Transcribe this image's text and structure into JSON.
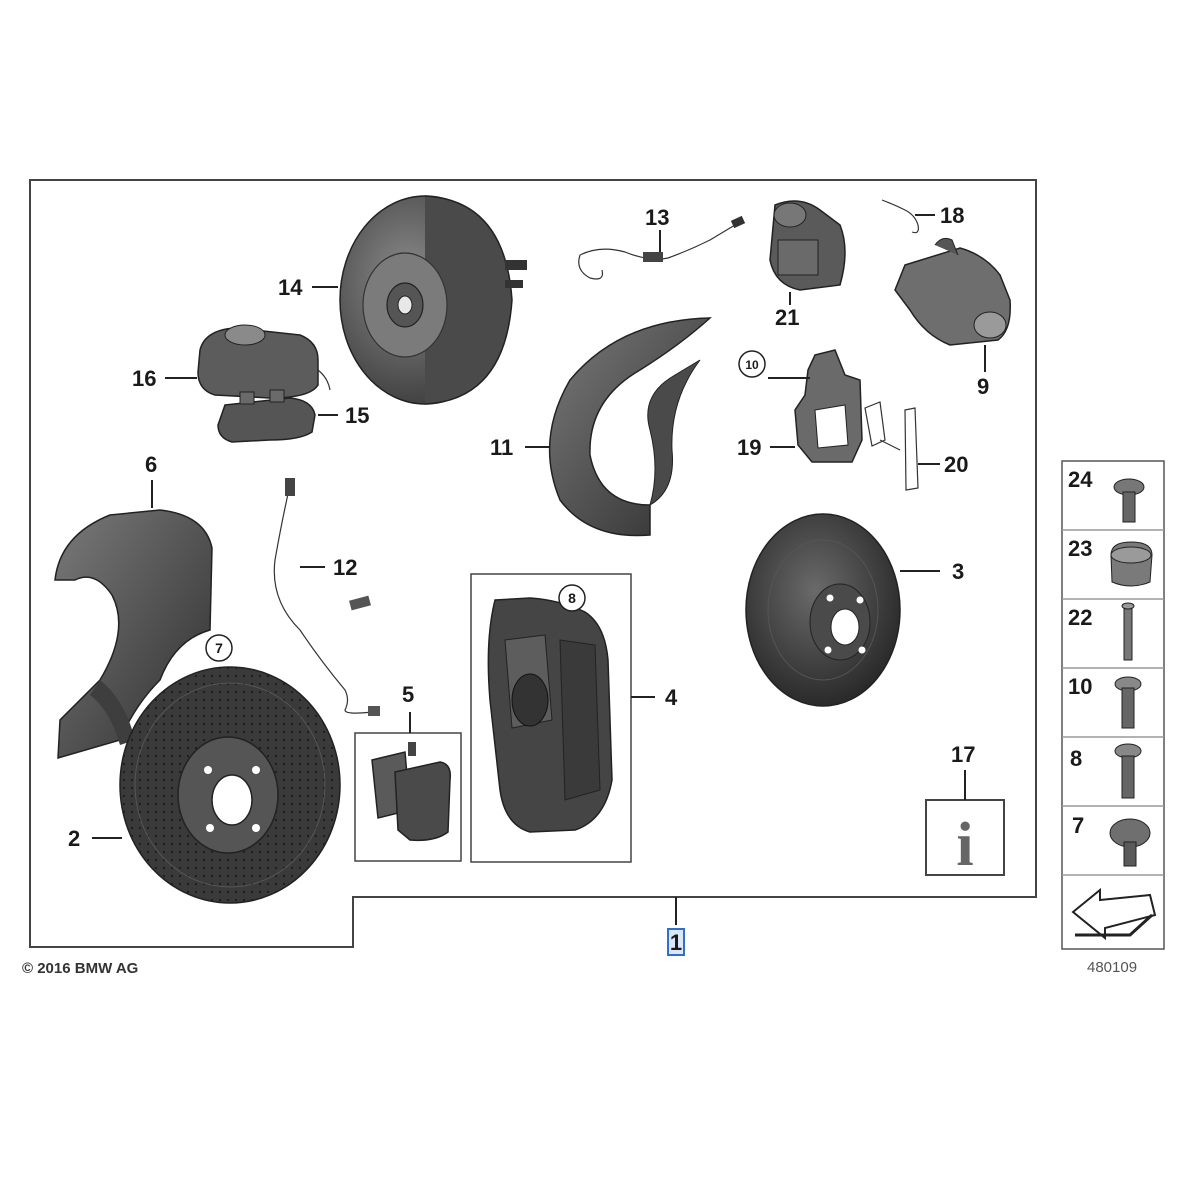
{
  "labels": {
    "l1": "1",
    "l2": "2",
    "l3": "3",
    "l4": "4",
    "l5": "5",
    "l6": "6",
    "l7": "7",
    "l8": "8",
    "l9": "9",
    "l10": "10",
    "l11": "11",
    "l12": "12",
    "l13": "13",
    "l14": "14",
    "l15": "15",
    "l16": "16",
    "l17": "17",
    "l18": "18",
    "l19": "19",
    "l20": "20",
    "l21": "21"
  },
  "sidebar": {
    "items": [
      {
        "label": "24"
      },
      {
        "label": "23"
      },
      {
        "label": "22"
      },
      {
        "label": "10"
      },
      {
        "label": "8"
      },
      {
        "label": "7"
      }
    ]
  },
  "copyright": "© 2016 BMW AG",
  "diagram_ref": "480109",
  "info_glyph": "i",
  "colors": {
    "part_dark": "#3a3a3a",
    "part_mid": "#5a5a5a",
    "part_light": "#8a8a8a",
    "frame": "#444444",
    "highlight": "#2f6fd0"
  }
}
